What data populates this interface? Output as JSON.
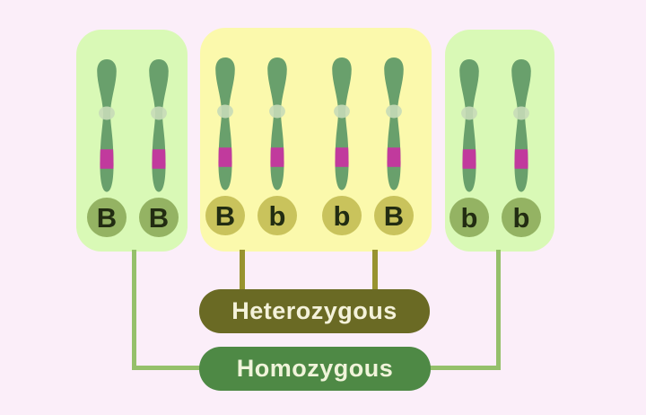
{
  "diagram": {
    "panels": [
      {
        "id": "left-pair",
        "alleles": [
          "B",
          "B"
        ]
      },
      {
        "id": "middle-pairs",
        "alleles": [
          "B",
          "b",
          "b",
          "B"
        ]
      },
      {
        "id": "right-pair",
        "alleles": [
          "b",
          "b"
        ]
      }
    ],
    "labels": {
      "heterozygous": {
        "text": "Heterozygous",
        "bg": "#6a6a24",
        "fg": "#f4f2da"
      },
      "homozygous": {
        "text": "Homozygous",
        "bg": "#4e8945",
        "fg": "#f0f4da"
      }
    },
    "colors": {
      "background": "#fbeef9",
      "panel_green": "#d9f9b6",
      "panel_yellow": "#fbf9ac",
      "chromosome_body": "#69a06c",
      "chromosome_band": "#c13a9d",
      "centromere": "#c6dab8",
      "allele_circle_green": "#94b363",
      "allele_circle_olive": "#c9c35c",
      "allele_letter": "#222c12",
      "connector_green": "#95c06b",
      "connector_olive": "#98932f"
    }
  }
}
